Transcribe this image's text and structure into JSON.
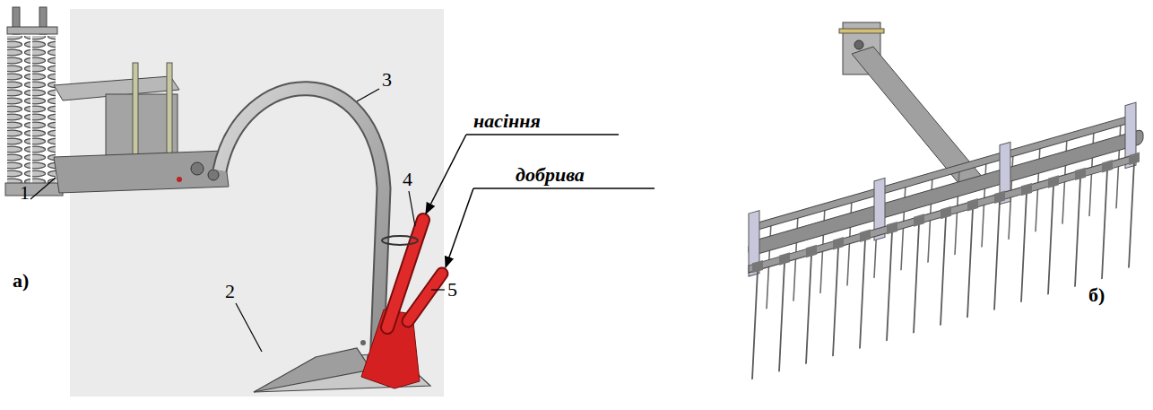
{
  "diagram": {
    "labels": [
      "1",
      "2",
      "3",
      "4",
      "5",
      "насіння",
      "добрива",
      "а)",
      "б)"
    ]
  }
}
